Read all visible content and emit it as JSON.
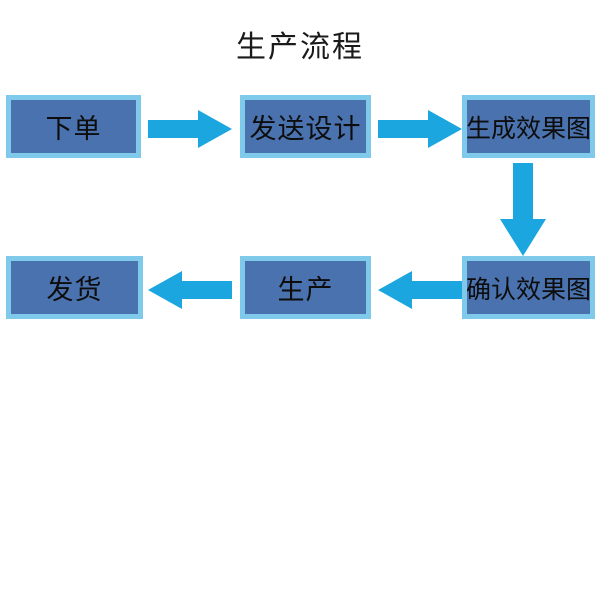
{
  "diagram": {
    "title": "生产流程",
    "background_color": "#ffffff",
    "node_fill_color": "#4A72AE",
    "node_border_color": "#7FC9EA",
    "node_text_color": "#0d0d0d",
    "arrow_color": "#1CA6E0",
    "nodes": [
      {
        "id": "order",
        "label": "下单",
        "row": 1,
        "col": 1
      },
      {
        "id": "design",
        "label": "发送设计",
        "row": 1,
        "col": 2
      },
      {
        "id": "render",
        "label": "生成效果图",
        "row": 1,
        "col": 3
      },
      {
        "id": "confirm",
        "label": "确认效果图",
        "row": 2,
        "col": 3
      },
      {
        "id": "produce",
        "label": "生产",
        "row": 2,
        "col": 2
      },
      {
        "id": "ship",
        "label": "发货",
        "row": 2,
        "col": 1
      }
    ],
    "connectors": [
      {
        "id": "order-to-design",
        "from": "order",
        "to": "design",
        "direction": "right"
      },
      {
        "id": "design-to-render",
        "from": "design",
        "to": "render",
        "direction": "right"
      },
      {
        "id": "render-to-confirm",
        "from": "render",
        "to": "confirm",
        "direction": "down"
      },
      {
        "id": "confirm-to-produce",
        "from": "confirm",
        "to": "produce",
        "direction": "left"
      },
      {
        "id": "produce-to-ship",
        "from": "produce",
        "to": "ship",
        "direction": "left"
      }
    ]
  }
}
